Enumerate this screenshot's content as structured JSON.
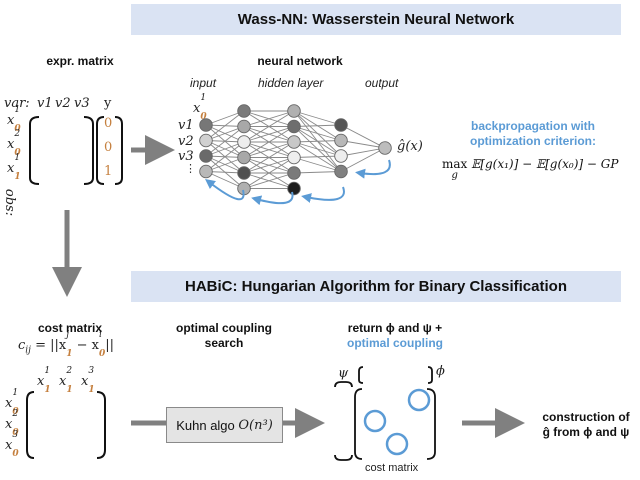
{
  "wass_nn": {
    "banner_title": "Wass-NN: Wasserstein  Neural Network",
    "expr_matrix": {
      "title": "expr. matrix",
      "var_label": "var:",
      "columns": [
        "v1",
        "v2",
        "v3"
      ],
      "y_label": "y",
      "obs_label": "obs:",
      "rows": [
        {
          "base": "x",
          "sub": "0",
          "sup": "1",
          "y": "0"
        },
        {
          "base": "x",
          "sub": "0",
          "sup": "2",
          "y": "0"
        },
        {
          "base": "x",
          "sub": "1",
          "sup": "1",
          "y": "1"
        }
      ]
    },
    "neural_network": {
      "title": "neural network",
      "layer_labels": {
        "input": "input",
        "hidden": "hidden layer",
        "output": "output"
      },
      "input_labels": [
        {
          "base": "x",
          "sub": "0",
          "sup": "1"
        },
        {
          "text": "v1"
        },
        {
          "text": "v2"
        },
        {
          "text": "v3"
        },
        {
          "text": "⋮"
        }
      ],
      "output_label": "ĝ(x)",
      "layers": [
        {
          "nodes": [
            "#777777",
            "#d0d0d0",
            "#6a6a6a",
            "#b8b8b8"
          ]
        },
        {
          "nodes": [
            "#7a7a7a",
            "#a8a8a8",
            "#eeeeee",
            "#a8a8a8",
            "#505050",
            "#b0b0b0"
          ]
        },
        {
          "nodes": [
            "#b0b0b0",
            "#6e6e6e",
            "#c8c8c8",
            "#eeeeee",
            "#7a7a7a",
            "#1e1e1e"
          ]
        },
        {
          "nodes": [
            "#555555",
            "#b8b8b8",
            "#eeeeee",
            "#808080"
          ]
        },
        {
          "nodes": [
            "#bdbdbd"
          ]
        }
      ]
    },
    "backprop": {
      "line1": "backpropagation with",
      "line2": "optimization criterion:",
      "formula_max": "max",
      "formula_sub": "g",
      "formula_body": "𝔼[g(x₁)] − 𝔼[g(x₀)] − GP"
    }
  },
  "habic": {
    "banner_title": "HABiC: Hungarian Algorithm for  Binary Classification",
    "cost_matrix": {
      "title": "cost matrix",
      "formula_prefix": "c",
      "formula_sub": "ij",
      "formula_rest": " = ||x",
      "formula_j": "j",
      "formula_one": "1",
      "formula_minus": " − x",
      "formula_i": "i",
      "formula_zero": "0",
      "formula_end": "||",
      "col_headers": [
        {
          "base": "x",
          "sub": "1",
          "sup": "1"
        },
        {
          "base": "x",
          "sub": "1",
          "sup": "2"
        },
        {
          "base": "x",
          "sub": "1",
          "sup": "3"
        }
      ],
      "row_headers": [
        {
          "base": "x",
          "sub": "0",
          "sup": "1"
        },
        {
          "base": "x",
          "sub": "0",
          "sup": "2"
        },
        {
          "base": "x",
          "sub": "0",
          "sup": "3"
        }
      ]
    },
    "coupling_search": {
      "title_line1": "optimal coupling",
      "title_line2": "search",
      "box_label": "Kuhn algo ",
      "box_math": "O(n³)"
    },
    "result": {
      "title_line1": "return ϕ and ψ +",
      "title_line2": "optimal coupling",
      "psi": "ψ",
      "phi": "ϕ",
      "caption": "cost matrix"
    },
    "construction": {
      "line1": "construction of",
      "line2": "ĝ from ϕ and ψ"
    }
  },
  "colors": {
    "banner": "#dae3f3",
    "accent_orange": "#c5803f",
    "accent_blue": "#5b9bd5",
    "arrow_gray": "#808080"
  }
}
